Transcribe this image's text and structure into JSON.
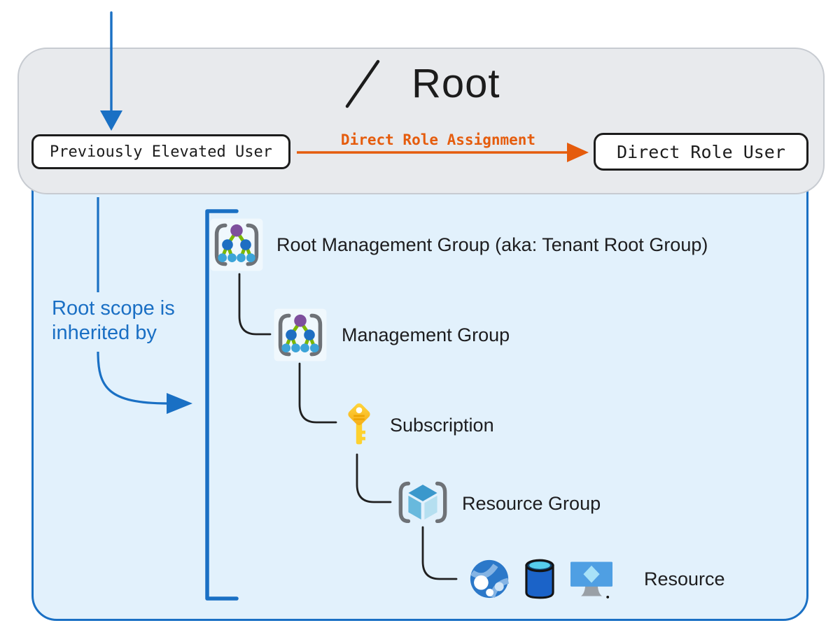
{
  "header": {
    "title": "Root",
    "slash_icon": "slash"
  },
  "root_scope": {
    "elevated_user_label": "Previously Elevated User",
    "assignment_label": "Direct Role Assignment",
    "direct_role_user_label": "Direct Role User"
  },
  "inheritance_note": {
    "line1": "Root scope is",
    "line2": "inherited by"
  },
  "hierarchy": {
    "levels": [
      {
        "id": "root-management-group",
        "label": "Root Management Group (aka: Tenant Root Group)",
        "icons": [
          "management-group-icon"
        ]
      },
      {
        "id": "management-group",
        "label": "Management Group",
        "icons": [
          "management-group-icon"
        ]
      },
      {
        "id": "subscription",
        "label": "Subscription",
        "icons": [
          "subscription-key-icon"
        ]
      },
      {
        "id": "resource-group",
        "label": "Resource Group",
        "icons": [
          "resource-group-cube-icon"
        ]
      },
      {
        "id": "resource",
        "label": "Resource",
        "icons": [
          "globe-icon",
          "database-icon",
          "virtual-machine-icon"
        ]
      }
    ]
  },
  "colors": {
    "accent_blue": "#1a70c4",
    "accent_orange": "#e55c0d",
    "panel_gray": "#e8eaed",
    "panel_blue": "#e2f1fc",
    "connector_black": "#202020",
    "text_dark": "#1d1d1f"
  }
}
